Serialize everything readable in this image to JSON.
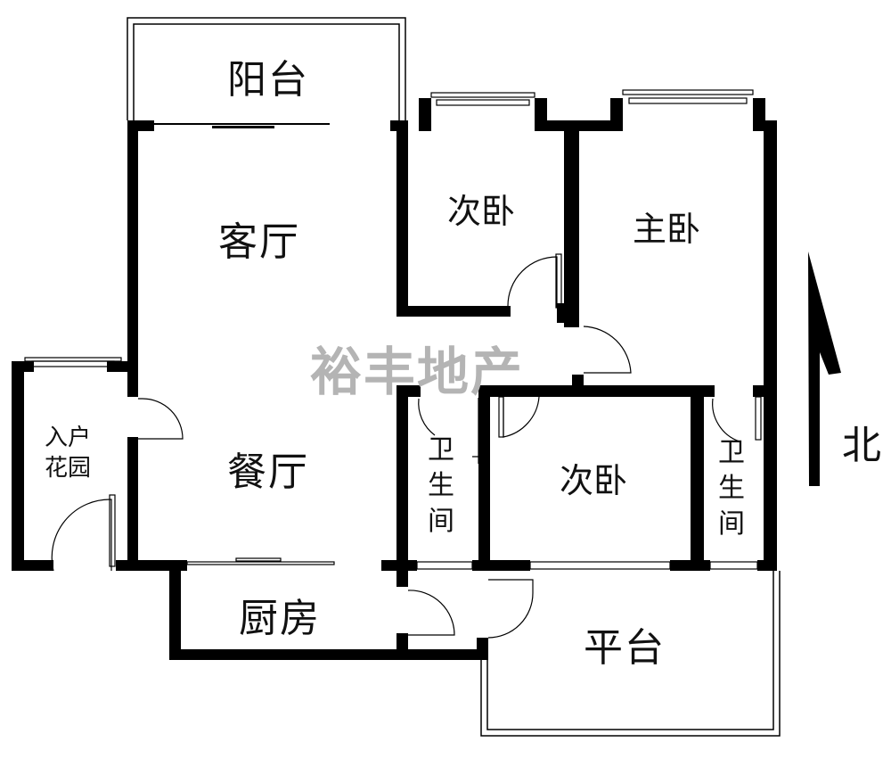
{
  "rooms": {
    "balcony": "阳台",
    "living_room": "客厅",
    "dining_room": "餐厅",
    "bedroom_top": "次卧",
    "master_bedroom": "主卧",
    "bedroom_bottom": "次卧",
    "bathroom_left": "卫生间",
    "bathroom_right": "卫生间",
    "entry_garden_line1": "入户",
    "entry_garden_line2": "花园",
    "kitchen": "厨房",
    "platform": "平台"
  },
  "north_label": "北",
  "watermark": "裕丰地产",
  "colors": {
    "wall": "#000000",
    "watermark": "#b4b4b4"
  }
}
